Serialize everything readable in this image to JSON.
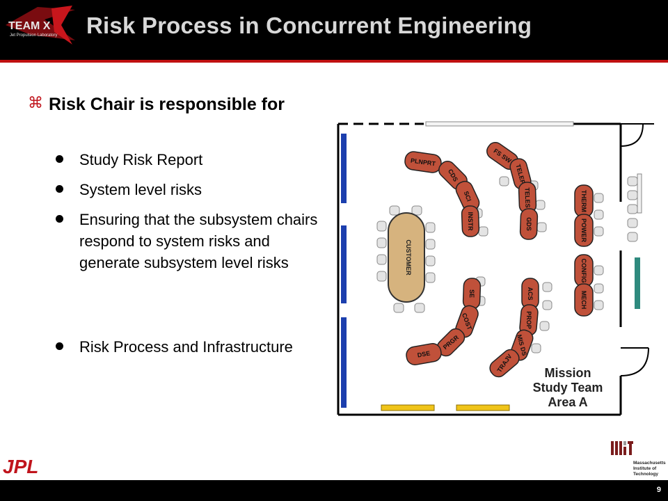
{
  "header": {
    "title": "Risk Process in Concurrent Engineering",
    "logo_text": "TEAM X",
    "logo_sub": "Jet Propulsion Laboratory"
  },
  "content": {
    "main_bullet": "Risk Chair is responsible for",
    "sub_bullets": [
      "Study Risk Report",
      "System level risks",
      "Ensuring that the subsystem chairs respond to system risks and generate subsystem level risks",
      "Risk Process and Infrastructure"
    ]
  },
  "floorplan": {
    "area_label_lines": [
      "Mission",
      "Study Team",
      "Area A"
    ],
    "table_label": "CUSTOMER",
    "stations_left_upper": [
      "PLNPRT",
      "CDS",
      "SCI",
      "INSTR"
    ],
    "stations_left_lower": [
      "SE",
      "COST",
      "PRGR",
      "DSE"
    ],
    "stations_mid_upper": [
      "FS SW",
      "TELEF",
      "TELES",
      "GDS"
    ],
    "stations_mid_lower": [
      "ACS",
      "PROP",
      "MIS DS",
      "TRAJV"
    ],
    "stations_right": [
      "THERM",
      "POWER",
      "CONFIG",
      "MECH"
    ]
  },
  "footer": {
    "page_number": "9",
    "left_logo": "JPL",
    "right_logo": "MIT",
    "right_logo_text": [
      "Massachusetts",
      "Institute of",
      "Technology"
    ]
  },
  "colors": {
    "header_bg": "#000000",
    "title_text": "#d8d8d8",
    "station": "#c0513a",
    "table": "#d6b37e",
    "accent_red": "#c0141c",
    "window_blue": "#1c3fae",
    "door_yellow": "#f0c419",
    "panel_teal": "#2e8a7e"
  }
}
